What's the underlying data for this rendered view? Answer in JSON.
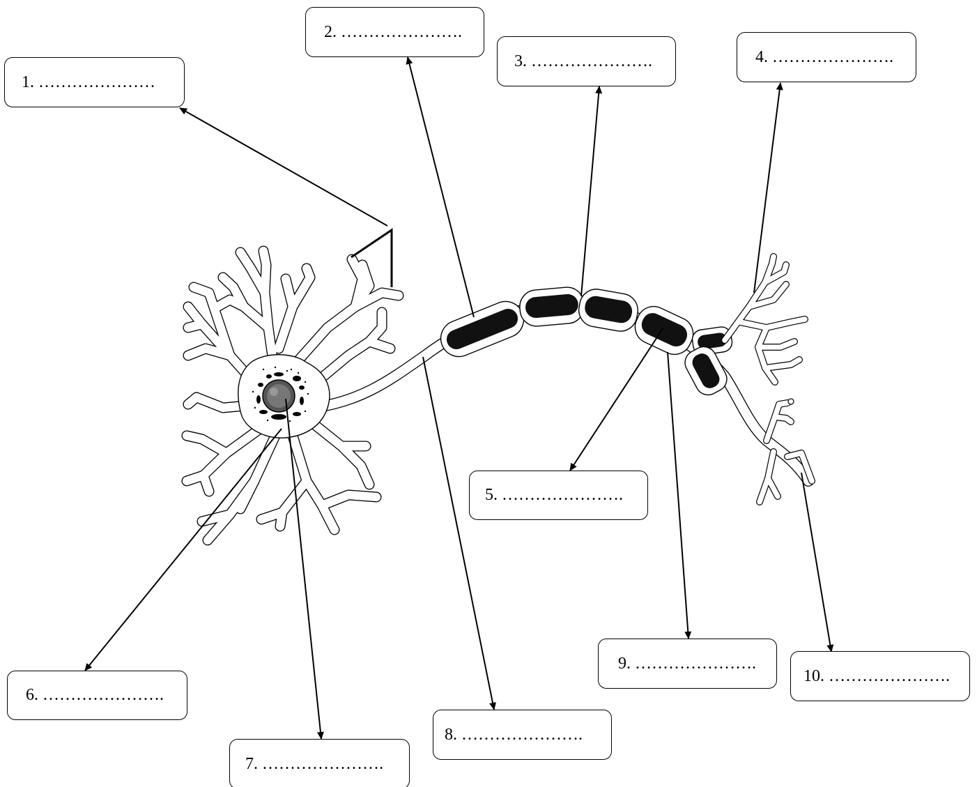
{
  "labels": [
    {
      "number": "1.",
      "blank": "…………………"
    },
    {
      "number": "2.",
      "blank": "…………………."
    },
    {
      "number": "3.",
      "blank": "…………………."
    },
    {
      "number": "4.",
      "blank": "…………………."
    },
    {
      "number": "5.",
      "blank": "…………………."
    },
    {
      "number": "6.",
      "blank": "…………………."
    },
    {
      "number": "7.",
      "blank": "…………………."
    },
    {
      "number": "8.",
      "blank": "…………………."
    },
    {
      "number": "9.",
      "blank": "…………………."
    },
    {
      "number": "10.",
      "blank": "…………………."
    }
  ],
  "colors": {
    "line": "#000000",
    "fill": "#ffffff",
    "myelin": "#111111"
  }
}
